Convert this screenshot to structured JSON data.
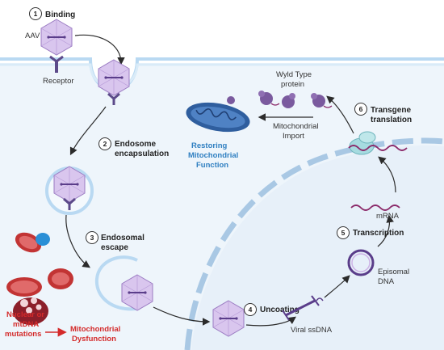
{
  "steps": [
    {
      "num": "1",
      "title": "Binding"
    },
    {
      "num": "2",
      "title_line1": "Endosome",
      "title_line2": "encapsulation"
    },
    {
      "num": "3",
      "title_line1": "Endosomal",
      "title_line2": "escape"
    },
    {
      "num": "4",
      "title": "Uncoating"
    },
    {
      "num": "5",
      "title": "Transcription"
    },
    {
      "num": "6",
      "title_line1": "Transgene",
      "title_line2": "translation"
    }
  ],
  "labels": {
    "aav": "AAV",
    "receptor": "Receptor",
    "wyld_type_line1": "Wyld Type",
    "wyld_type_line2": "protein",
    "mito_import_line1": "Mitochondrial",
    "mito_import_line2": "Import",
    "restoring_line1": "Restoring",
    "restoring_line2": "Mitochondrial",
    "restoring_line3": "Function",
    "mrna": "mRNA",
    "episomal_line1": "Episomal",
    "episomal_line2": "DNA",
    "viral_ssdna": "Viral ssDNA",
    "mutations_line1": "Nuclear or",
    "mutations_line2": "mtDNA",
    "mutations_line3": "mutations",
    "dysfunction_line1": "Mitochondrial",
    "dysfunction_line2": "Dysfunction"
  },
  "colors": {
    "cell_fill": "#eef5fb",
    "membrane": "#b9d9f2",
    "nucleus_dash": "#a9c8e4",
    "capsid": "#cdb3e6",
    "capsid_stroke": "#9a7bc2",
    "receptor": "#5c4a8a",
    "mrna": "#8b2a6a",
    "mito_blue": "#2f5e9e",
    "mito_red": "#c23434",
    "text_blue": "#2f7fc1",
    "text_red": "#d42a2a"
  }
}
